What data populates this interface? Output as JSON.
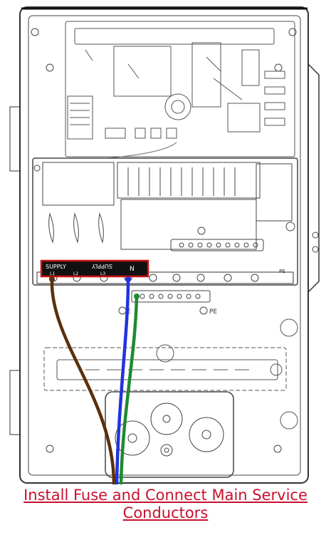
{
  "diagram": {
    "labels": {
      "supply_left": "SUPPLY",
      "supply_right": "SUPPLY",
      "l1": "L1",
      "l2": "L2",
      "l3": "L3",
      "n": "N",
      "earth": "E",
      "pe": "PE",
      "pe_side": "PE"
    },
    "wires": [
      {
        "name": "brown-conductor",
        "color": "#5a300c"
      },
      {
        "name": "blue-conductor",
        "color": "#2233dd"
      },
      {
        "name": "green-conductor",
        "color": "#1f8a32"
      }
    ],
    "highlight_color": "#cc1111",
    "icons": [
      "earth-symbol-icon",
      "phase-rotation-icon",
      "knockout-icon"
    ]
  },
  "caption": {
    "line1": "Install Fuse and Connect Main Service",
    "line2": "Conductors"
  }
}
